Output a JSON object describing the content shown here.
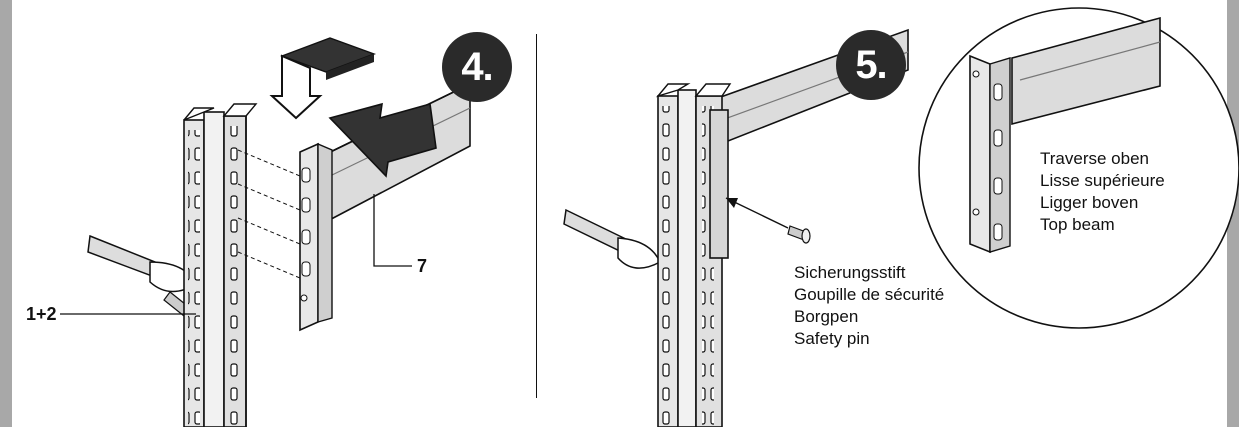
{
  "steps": {
    "four": {
      "number": "4."
    },
    "five": {
      "number": "5."
    }
  },
  "callouts": {
    "upright": "1+2",
    "beam_ref": "7"
  },
  "safety_pin": {
    "lines": [
      "Sicherungsstift",
      "Goupille de sécurité",
      "Borgpen",
      "Safety pin"
    ]
  },
  "top_beam": {
    "lines": [
      "Traverse oben",
      "Lisse supérieure",
      "Ligger boven",
      "Top beam"
    ]
  },
  "colors": {
    "frame": "#a8a8a8",
    "ink": "#111111",
    "badge": "#2a2a2a",
    "beam_fill": "#d9d9d9",
    "arrow_fill": "#3a3a3a"
  }
}
